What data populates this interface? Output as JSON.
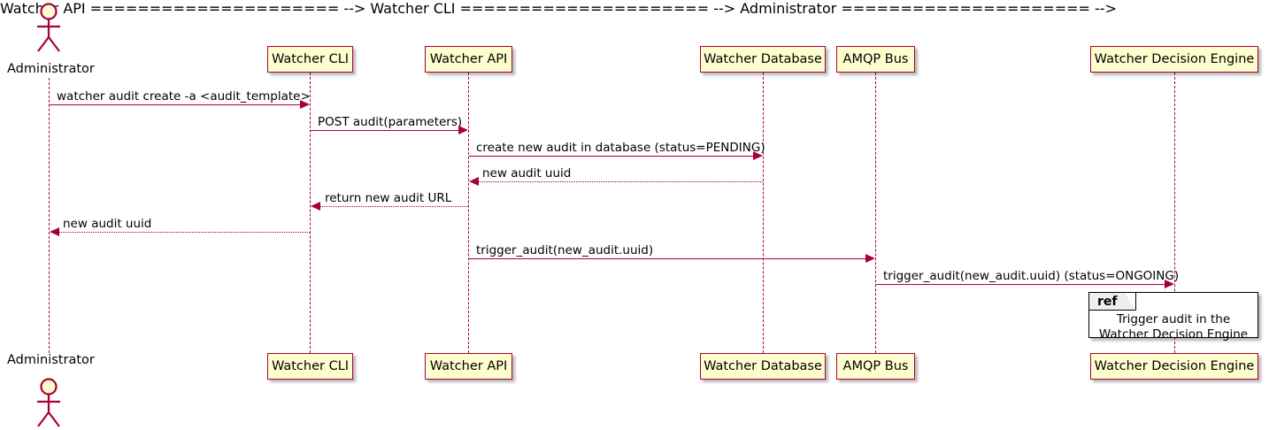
{
  "diagram": {
    "type": "sequence-diagram",
    "colors": {
      "participant_fill": "#FEFECE",
      "participant_border": "#A80036",
      "arrow": "#A80036",
      "text": "#000000",
      "background": "#FFFFFF",
      "ref_tab_fill": "#EEEEEE",
      "ref_border": "#000000"
    },
    "actor": {
      "name": "Administrator",
      "top_label": "Administrator",
      "bottom_label": "Administrator"
    },
    "participants": [
      {
        "id": "cli",
        "label": "Watcher CLI",
        "top_label": "Watcher CLI",
        "bottom_label": "Watcher CLI"
      },
      {
        "id": "api",
        "label": "Watcher API",
        "top_label": "Watcher API",
        "bottom_label": "Watcher API"
      },
      {
        "id": "db",
        "label": "Watcher Database",
        "top_label": "Watcher Database",
        "bottom_label": "Watcher Database"
      },
      {
        "id": "amqp",
        "label": "AMQP Bus",
        "top_label": "AMQP Bus",
        "bottom_label": "AMQP Bus"
      },
      {
        "id": "engine",
        "label": "Watcher Decision Engine",
        "top_label": "Watcher Decision Engine",
        "bottom_label": "Watcher Decision Engine"
      }
    ],
    "messages": [
      {
        "index": 1,
        "from": "Administrator",
        "to": "Watcher CLI",
        "label": "watcher audit create -a <audit_template>",
        "style": "solid",
        "direction": "right"
      },
      {
        "index": 2,
        "from": "Watcher CLI",
        "to": "Watcher API",
        "label": "POST audit(parameters)",
        "style": "solid",
        "direction": "right"
      },
      {
        "index": 3,
        "from": "Watcher API",
        "to": "Watcher Database",
        "label": "create new audit in database (status=PENDING)",
        "style": "solid",
        "direction": "right"
      },
      {
        "index": 4,
        "from": "Watcher Database",
        "to": "Watcher API",
        "label": "new audit uuid",
        "style": "dotted",
        "direction": "left"
      },
      {
        "index": 5,
        "from": "Watcher API",
        "to": "Watcher CLI",
        "label": "return new audit URL",
        "style": "dotted",
        "direction": "left"
      },
      {
        "index": 6,
        "from": "Watcher CLI",
        "to": "Administrator",
        "label": "new audit uuid",
        "style": "dotted",
        "direction": "left"
      },
      {
        "index": 7,
        "from": "Watcher API",
        "to": "AMQP Bus",
        "label": "trigger_audit(new_audit.uuid)",
        "style": "solid",
        "direction": "right"
      },
      {
        "index": 8,
        "from": "AMQP Bus",
        "to": "Watcher Decision Engine",
        "label": "trigger_audit(new_audit.uuid) (status=ONGOING)",
        "style": "solid",
        "direction": "right"
      }
    ],
    "ref_fragment": {
      "tab_label": "ref",
      "line1": "Trigger audit in the",
      "line2": "Watcher Decision Engine"
    }
  }
}
